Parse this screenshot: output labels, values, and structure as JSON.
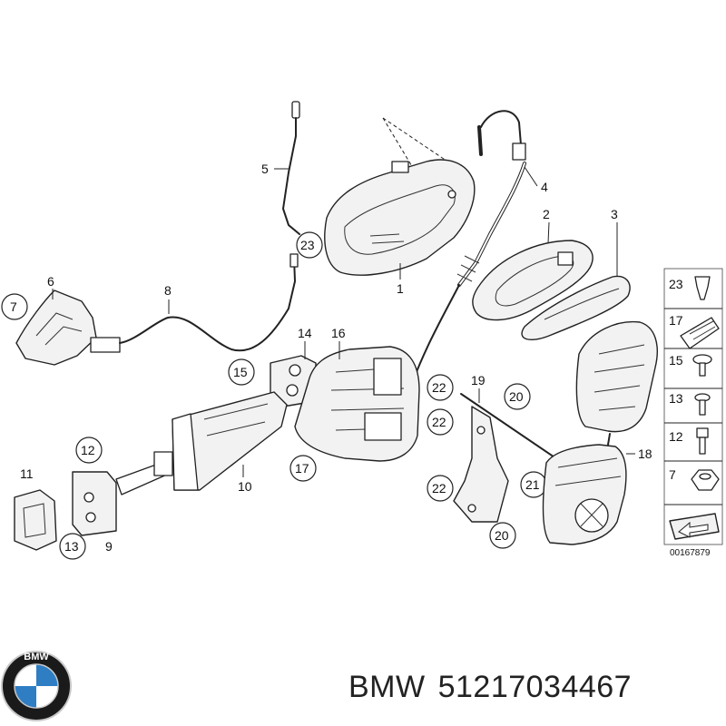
{
  "diagram": {
    "callouts": {
      "c1": "1",
      "c2": "2",
      "c3": "3",
      "c4": "4",
      "c5": "5",
      "c6": "6",
      "c7": "7",
      "c8": "8",
      "c9": "9",
      "c10": "10",
      "c11": "11",
      "c12": "12",
      "c13": "13",
      "c14": "14",
      "c15": "15",
      "c16": "16",
      "c17": "17",
      "c18": "18",
      "c19": "19",
      "c20a": "20",
      "c20b": "20",
      "c21": "21",
      "c22a": "22",
      "c22b": "22",
      "c22c": "22",
      "c23": "23"
    },
    "legend": {
      "items": [
        "23",
        "17",
        "15",
        "13",
        "12",
        "7"
      ]
    },
    "diagram_code": "00167879"
  },
  "caption": {
    "brand": "BMW",
    "part_number": "51217034467"
  },
  "logo": {
    "text": "BMW",
    "colors": {
      "ring": "#1a1a1a",
      "blue": "#2f7ec4",
      "white": "#ffffff",
      "silver": "#c8c8c8"
    }
  }
}
